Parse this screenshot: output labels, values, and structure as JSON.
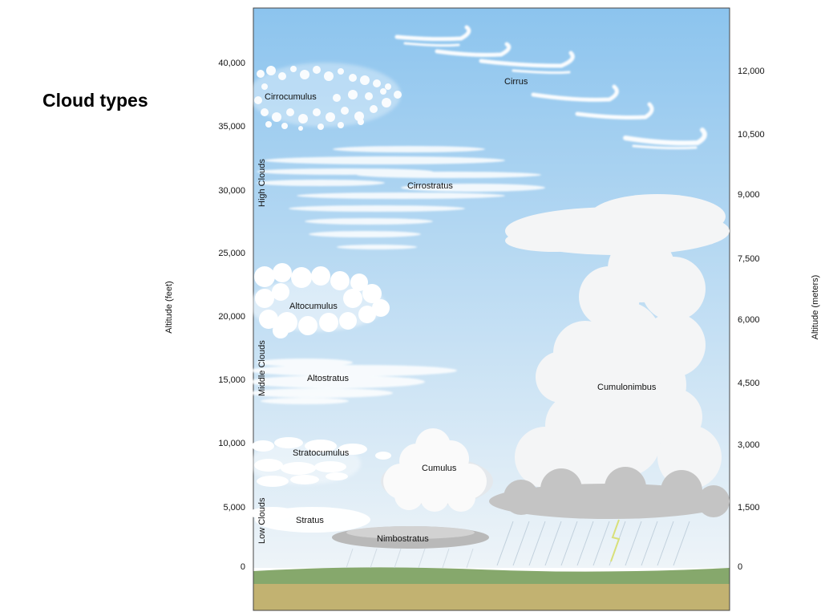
{
  "title": "Cloud types",
  "axes": {
    "left_title": "Altitude (feet)",
    "right_title": "Altitude (meters)",
    "left_ticks": [
      "40,000",
      "35,000",
      "30,000",
      "25,000",
      "20,000",
      "15,000",
      "10,000",
      "5,000",
      "0"
    ],
    "right_ticks": [
      "12,000",
      "10,500",
      "9,000",
      "7,500",
      "6,000",
      "4,500",
      "3,000",
      "1,500",
      "0"
    ]
  },
  "groups": {
    "high": "High Clouds",
    "middle": "Middle Clouds",
    "low": "Low Clouds"
  },
  "clouds": {
    "cirrocumulus": "Cirrocumulus",
    "cirrus": "Cirrus",
    "cirrostratus": "Cirrostratus",
    "altocumulus": "Altocumulus",
    "altostratus": "Altostratus",
    "stratocumulus": "Stratocumulus",
    "cumulus": "Cumulus",
    "cumulonimbus": "Cumulonimbus",
    "stratus": "Stratus",
    "nimbostratus": "Nimbostratus"
  },
  "colors": {
    "sky_top": "#8cc4ee",
    "sky_bottom": "#eef4f8",
    "ground": "#c2b271",
    "grass": "#86a86c",
    "cloud": "#ffffff",
    "storm_base": "#bdbdbd"
  }
}
